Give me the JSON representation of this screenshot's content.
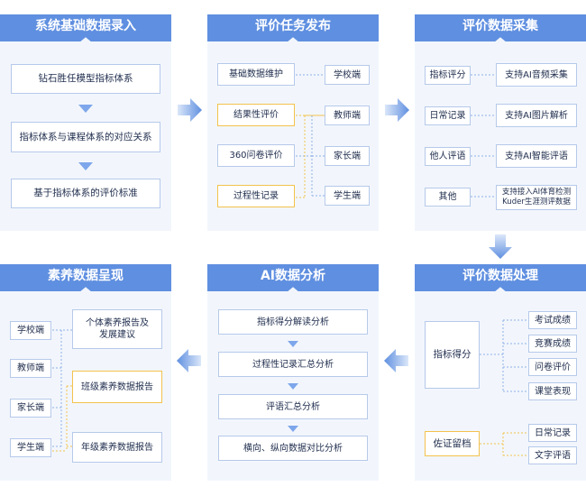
{
  "panels": {
    "input": {
      "title": "系统基础数据录入",
      "items": [
        "钻石胜任模型指标体系",
        "指标体系与课程体系的对应关系",
        "基于指标体系的评价标准"
      ]
    },
    "publish": {
      "title": "评价任务发布",
      "tasks": [
        "基础数据维护",
        "结果性评价",
        "360问卷评价",
        "过程性记录"
      ],
      "ends": [
        "学校端",
        "教师端",
        "家长端",
        "学生端"
      ]
    },
    "collect": {
      "title": "评价数据采集",
      "left": [
        "指标评分",
        "日常记录",
        "他人评语",
        "其他"
      ],
      "right": [
        "支持AI音频采集",
        "支持AI图片解析",
        "支持AI智能评语",
        "支持接入AI体育检测",
        "Kuder生涯测评数据"
      ]
    },
    "process": {
      "title": "评价数据处理",
      "main1": "指标得分",
      "main2": "佐证留档",
      "sub1": [
        "考试成绩",
        "竞赛成绩",
        "问卷评价",
        "课堂表现"
      ],
      "sub2": [
        "日常记录",
        "文字评语"
      ]
    },
    "analysis": {
      "title": "AI数据分析",
      "items": [
        "指标得分解读分析",
        "过程性记录汇总分析",
        "评语汇总分析",
        "横向、纵向数据对比分析"
      ]
    },
    "present": {
      "title": "素养数据呈现",
      "ends": [
        "学校端",
        "教师端",
        "家长端",
        "学生端"
      ],
      "reports": [
        "个体素养报告及",
        "发展建议",
        "班级素养数据报告",
        "年级素养数据报告"
      ]
    }
  },
  "colors": {
    "header": "#5f8fe0",
    "panel_bg": "#f2f6fc",
    "border_blue": "#b6c9ea",
    "border_yellow": "#f3c24d",
    "arrow": "#7ea6eb"
  }
}
